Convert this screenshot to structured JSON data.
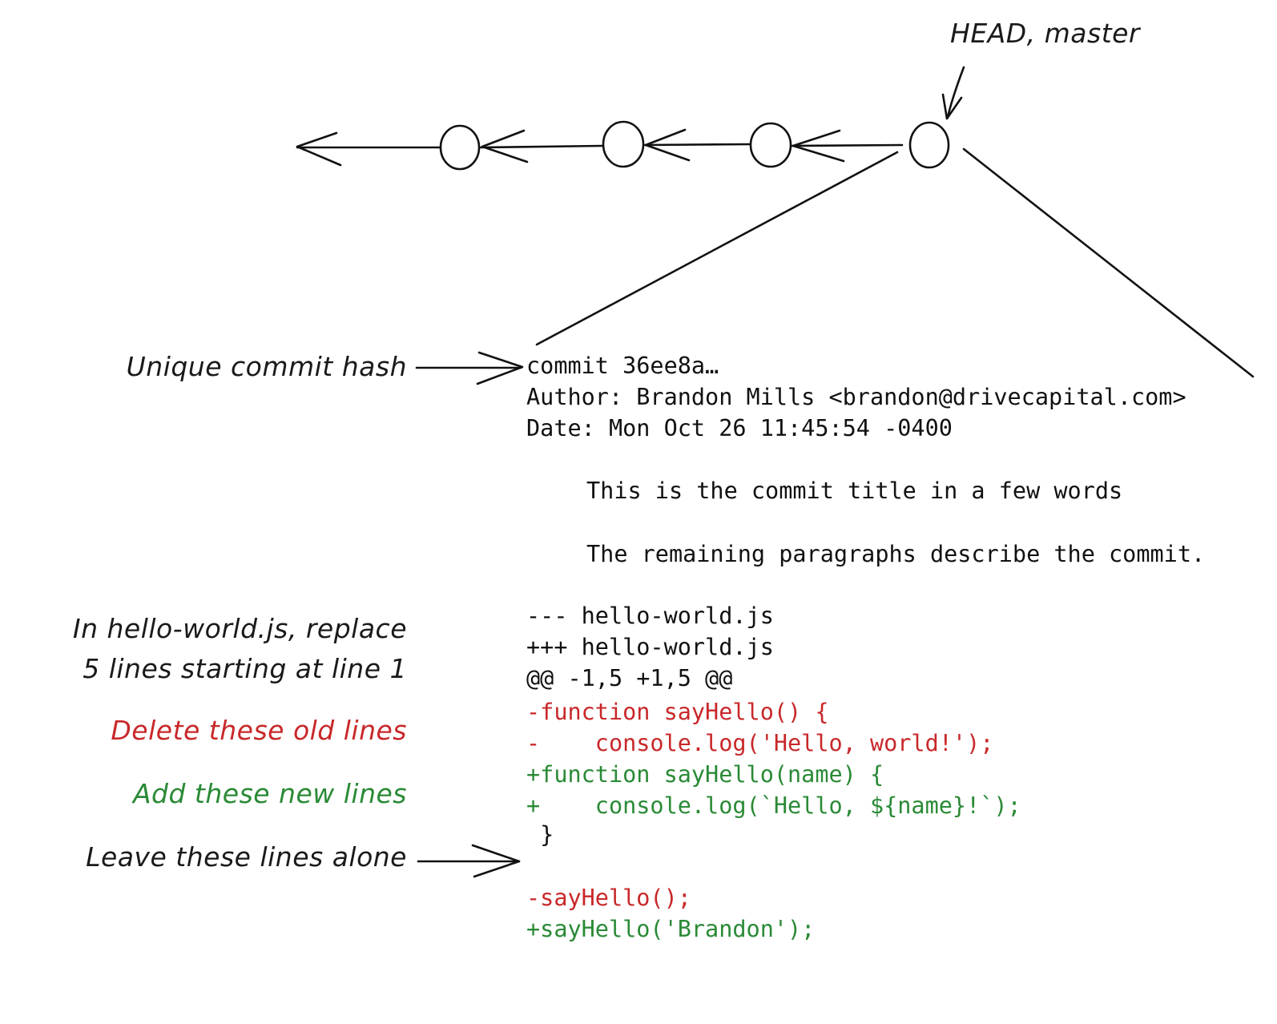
{
  "ref_label": "HEAD, master",
  "annotations": {
    "commit_hash": "Unique commit hash",
    "hunk_header_line1": "In hello-world.js, replace",
    "hunk_header_line2": "5 lines starting at line 1",
    "deleted": "Delete these old lines",
    "added": "Add these new lines",
    "context": "Leave these lines alone"
  },
  "commit": {
    "hash_line": "commit 36ee8a…",
    "author_line": "Author: Brandon Mills <brandon@drivecapital.com>",
    "date_line": "Date: Mon Oct 26 11:45:54 -0400",
    "title": "This is the commit title in a few words",
    "body": "The remaining paragraphs describe the commit."
  },
  "diff": {
    "old_file": "--- hello-world.js",
    "new_file": "+++ hello-world.js",
    "hunk": "@@ -1,5 +1,5 @@",
    "lines": [
      {
        "text": "-function sayHello() {",
        "kind": "deleted"
      },
      {
        "text": "-    console.log('Hello, world!');",
        "kind": "deleted"
      },
      {
        "text": "+function sayHello(name) {",
        "kind": "added"
      },
      {
        "text": "+    console.log(`Hello, ${name}!`);",
        "kind": "added"
      },
      {
        "text": " }",
        "kind": "context"
      },
      {
        "text": "",
        "kind": "context"
      },
      {
        "text": "-sayHello();",
        "kind": "deleted"
      },
      {
        "text": "+sayHello('Brandon');",
        "kind": "added"
      }
    ]
  },
  "colors": {
    "deleted": "#c8282a",
    "added": "#2a8a36",
    "ink": "#111111"
  }
}
